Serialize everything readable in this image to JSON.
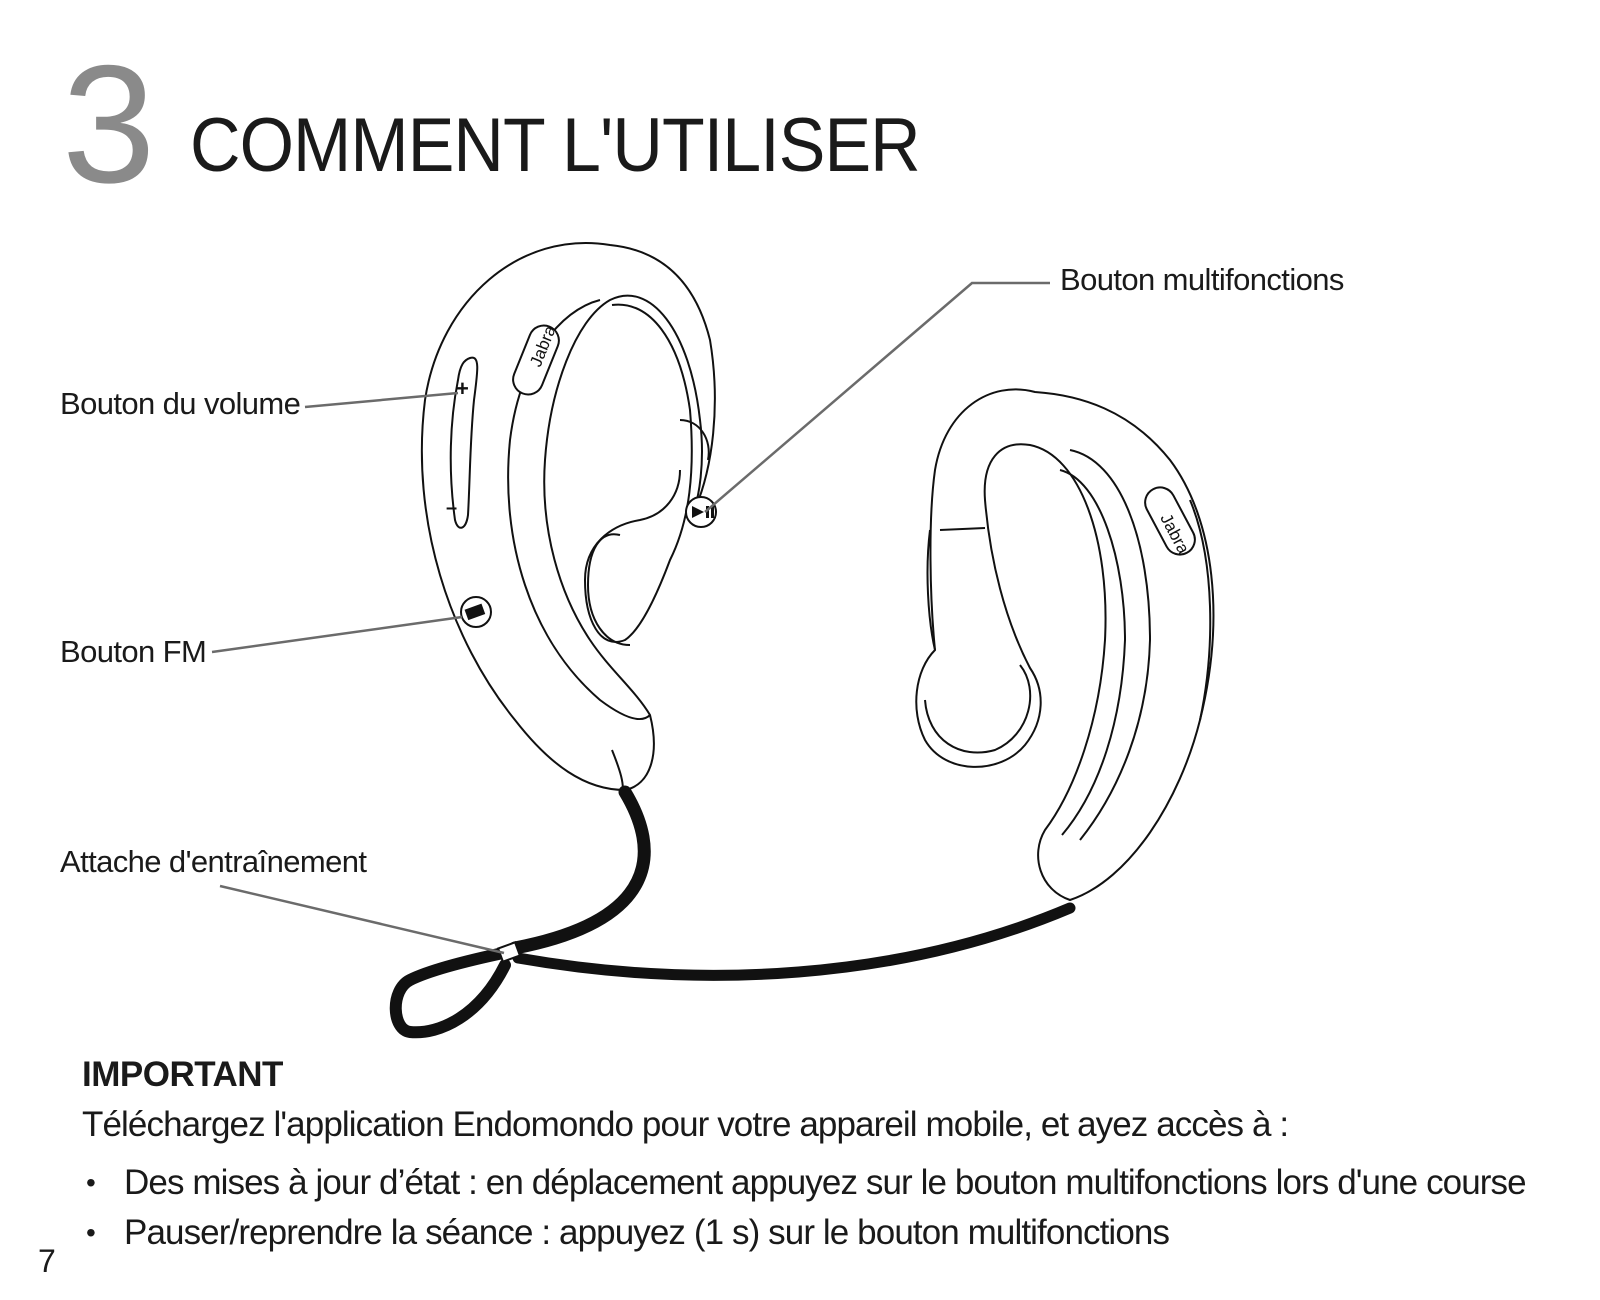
{
  "header": {
    "chapter_number": "3",
    "chapter_title": "COMMENT L'UTILISER"
  },
  "diagram": {
    "labels": {
      "volume": "Bouton du volume",
      "fm": "Bouton FM",
      "clip": "Attache d'entraînement",
      "multifunction": "Bouton multifonctions"
    },
    "brand_left": "Jabra",
    "brand_right": "Jabra",
    "volume_plus": "+",
    "volume_minus": "–"
  },
  "important": {
    "heading": "IMPORTANT",
    "intro": "Téléchargez l'application Endomondo pour votre appareil mobile, et ayez accès à :",
    "bullets": [
      "Des mises à jour d’état : en déplacement appuyez sur le bouton multifonctions lors d'une course",
      "Pauser/reprendre la séance : appuyez (1 s) sur le bouton multifonctions"
    ]
  },
  "footer": {
    "page_number": "7"
  }
}
